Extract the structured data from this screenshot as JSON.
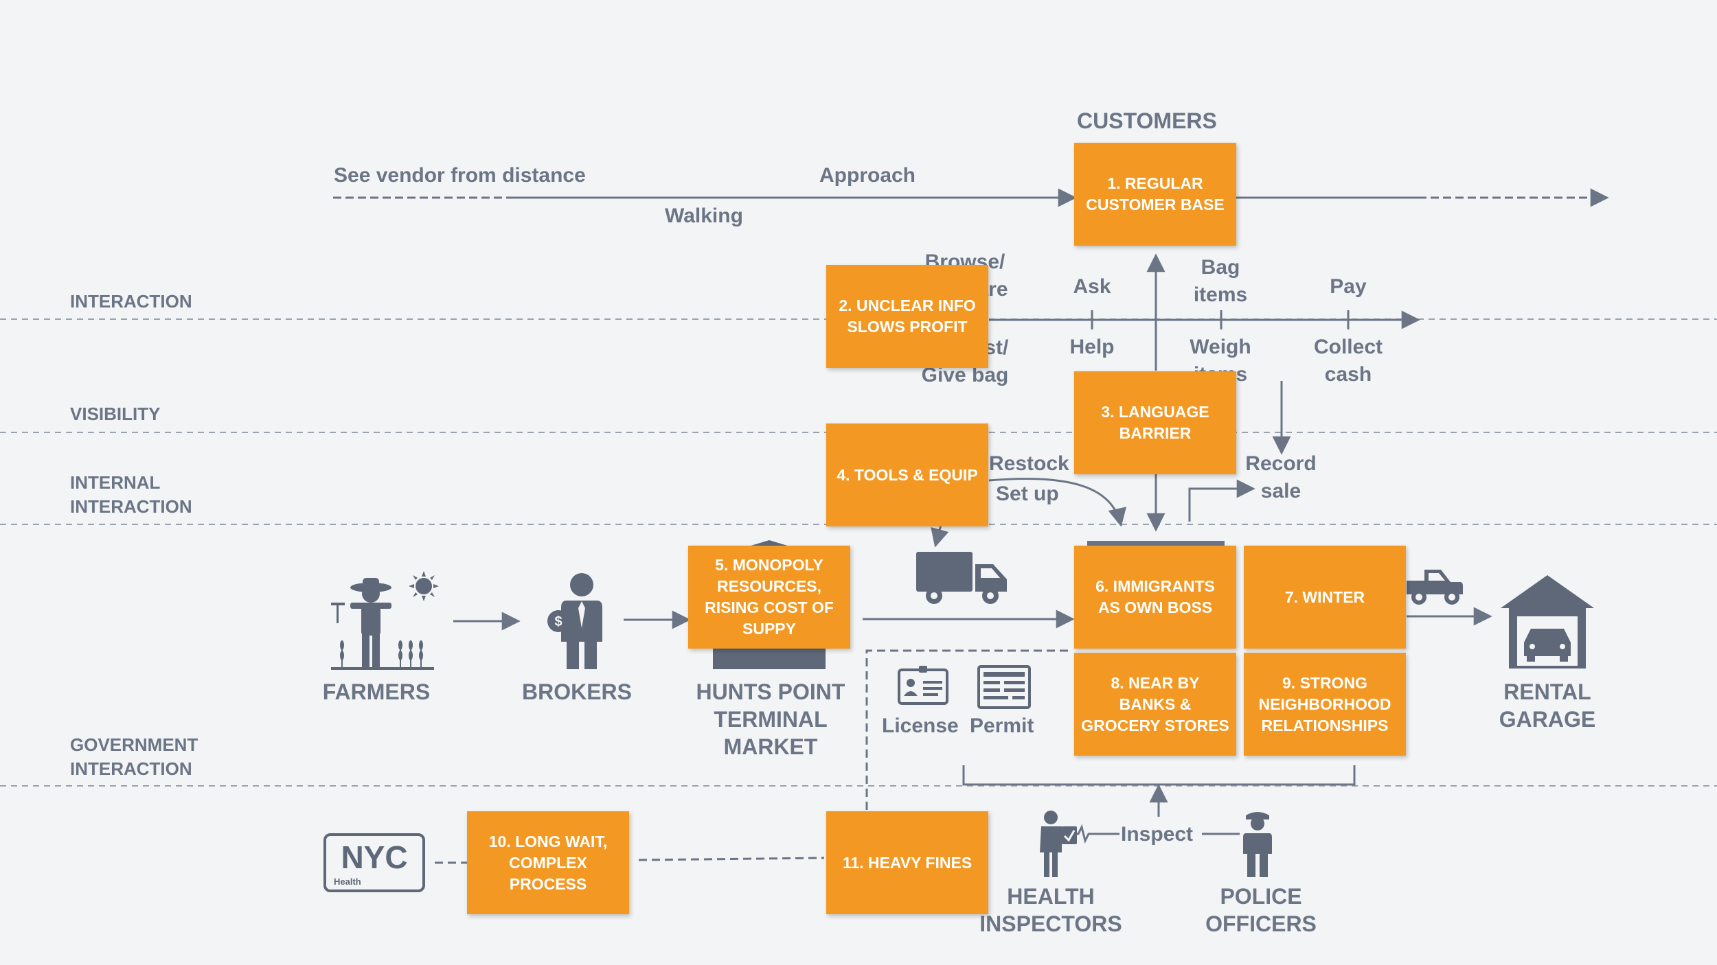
{
  "colors": {
    "background": "#f2f4f6",
    "text_gray": "#6b7585",
    "box_orange": "#f39822",
    "icon_slate": "#5e6878"
  },
  "lanes": {
    "interaction": "INTERACTION",
    "visibility": "VISIBILITY",
    "internal_interaction": "INTERNAL\nINTERACTION",
    "government_interaction": "GOVERNMENT\nINTERACTION"
  },
  "header": {
    "customers": "CUSTOMERS"
  },
  "journey": {
    "see_vendor": "See vendor from distance",
    "walking": "Walking",
    "approach": "Approach"
  },
  "interaction_steps": {
    "browse": "Browse/\ncompare",
    "request": "Request/\nGive bag",
    "ask": "Ask",
    "help": "Help",
    "bag_items": "Bag\nitems",
    "weigh_items": "Weigh\nitems",
    "pay": "Pay",
    "collect_cash": "Collect\ncash"
  },
  "internal_steps": {
    "restock": "Restock",
    "set_up": "Set up",
    "record_sale": "Record\nsale"
  },
  "actors": {
    "farmers": "FARMERS",
    "brokers": "BROKERS",
    "hunts_point": "HUNTS POINT\nTERMINAL\nMARKET",
    "rental_garage": "RENTAL\nGARAGE",
    "health_inspectors": "HEALTH\nINSPECTORS",
    "police_officers": "POLICE\nOFFICERS"
  },
  "documents": {
    "license": "License",
    "permit": "Permit",
    "inspect": "Inspect",
    "nyc_logo": "NYC",
    "nyc_logo_sub": "Health"
  },
  "pain_points": [
    "1. REGULAR\nCUSTOMER BASE",
    "2. UNCLEAR INFO\nSLOWS PROFIT",
    "3. LANGUAGE\nBARRIER",
    "4. TOOLS & EQUIP",
    "5. MONOPOLY\nRESOURCES,\nRISING COST OF\nSUPPY",
    "6. IMMIGRANTS\nAS OWN BOSS",
    "7. WINTER",
    "8. NEAR BY\nBANKS &\nGROCERY STORES",
    "9. STRONG\nNEIGHBORHOOD\nRELATIONSHIPS",
    "10. LONG WAIT,\nCOMPLEX\nPROCESS",
    "11. HEAVY FINES"
  ],
  "icons": [
    "farmer-icon",
    "sun-icon",
    "broker-icon",
    "market-building-icon",
    "truck-icon",
    "pickup-truck-icon",
    "garage-icon",
    "license-icon",
    "permit-icon",
    "health-inspector-icon",
    "police-officer-icon",
    "nyc-health-logo"
  ]
}
